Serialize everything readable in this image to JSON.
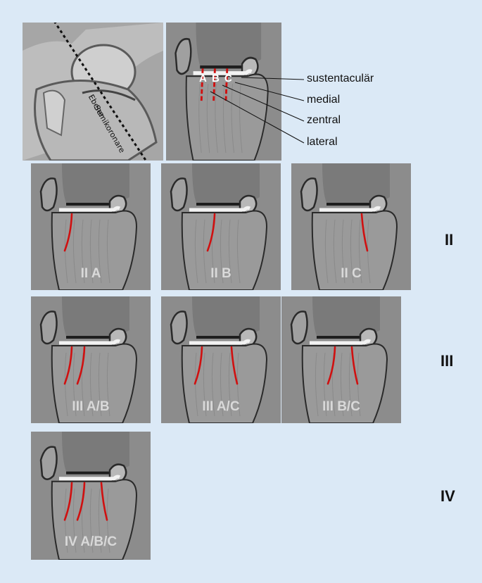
{
  "top": {
    "sagittal_labels": [
      "Semikoronare",
      "Ebene"
    ],
    "column_letters": [
      "A",
      "B",
      "C"
    ],
    "callouts": [
      "sustentaculär",
      "medial",
      "zentral",
      "lateral"
    ]
  },
  "rows": [
    {
      "label": "II",
      "panels": [
        {
          "label": "II A",
          "lines": [
            "A"
          ]
        },
        {
          "label": "II B",
          "lines": [
            "B"
          ]
        },
        {
          "label": "II C",
          "lines": [
            "C"
          ]
        }
      ]
    },
    {
      "label": "III",
      "panels": [
        {
          "label": "III A/B",
          "lines": [
            "A",
            "B"
          ]
        },
        {
          "label": "III A/C",
          "lines": [
            "A",
            "C"
          ]
        },
        {
          "label": "III B/C",
          "lines": [
            "B",
            "C"
          ]
        }
      ]
    },
    {
      "label": "IV",
      "panels": [
        {
          "label": "IV A/B/C",
          "lines": [
            "A",
            "B",
            "C"
          ]
        }
      ]
    }
  ],
  "colors": {
    "background": "#dbe9f6",
    "fracture_line": "#d01010"
  }
}
